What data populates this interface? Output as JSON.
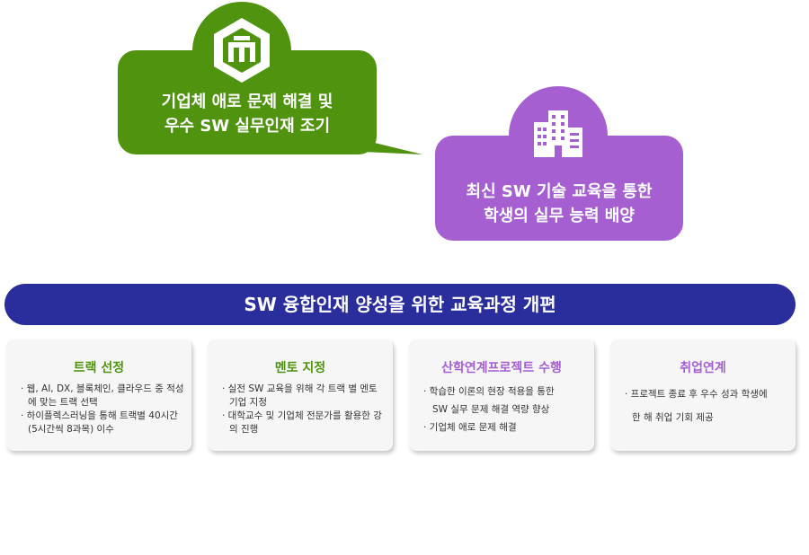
{
  "green_bubble": {
    "line1": "기업체 애로 문제 해결 및",
    "line2": "우수 SW 실무인재 조기",
    "color": "#4f930f",
    "icon": "logo-icon"
  },
  "purple_bubble": {
    "line1": "최신 SW 기술 교육을 통한",
    "line2": "학생의 실무 능력 배양",
    "color": "#a55fd1",
    "icon": "building-icon"
  },
  "banner": {
    "title": "SW 융합인재 양성을 위한 교육과정 개편",
    "color": "#2a2e9c"
  },
  "cards": [
    {
      "title": "트랙 선정",
      "title_color": "#4f930f",
      "items": [
        "· 웹, AI, DX, 블록체인, 클라우드 중 적성에 맞는 트랙 선택",
        "· 하이플렉스러닝을 통해 트랙별 40시간(5시간씩 8과목) 이수"
      ]
    },
    {
      "title": "멘토 지정",
      "title_color": "#4f930f",
      "items": [
        "· 실전 SW 교육을 위해 각 트랙 별 멘토 기업 지정",
        "· 대학교수 및 기업체 전문가를 활용한 강의 진행"
      ]
    },
    {
      "title": "산학연계프로젝트 수행",
      "title_color": "#a55fd1",
      "items": [
        "· 학습한 이론의 현장 적용을 통한",
        "SW 실무 문제 해결 역량 향상",
        "· 기업체 애로 문제 해결"
      ]
    },
    {
      "title": "취업연계",
      "title_color": "#a55fd1",
      "items": [
        "· 프로젝트 종료 후 우수 성과 학생에",
        "한 해 취업 기회 제공"
      ]
    }
  ]
}
